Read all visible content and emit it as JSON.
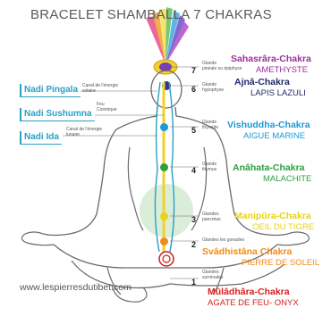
{
  "title": "BRACELET  SHAMBALLA 7 CHAKRAS",
  "website": "www.lespierresdutibet.com",
  "nadis": [
    {
      "name": "Nadi Pingala",
      "desc_lines": [
        "Canal de l'énergie",
        "solaire"
      ]
    },
    {
      "name": "Nadi Sushumna",
      "desc_lines": [
        "Feu",
        "Cosmique"
      ]
    },
    {
      "name": "Nadi Ida",
      "desc_lines": [
        "Canal de l'énergie",
        "lunaire"
      ]
    }
  ],
  "chakras": [
    {
      "number": "7",
      "name": "Sahasrâra-Chakra",
      "stone": "AMETHYSTE",
      "gland_lines": [
        "Glande",
        "pinéale ou épiphyse"
      ],
      "color": "#9b2f9b"
    },
    {
      "number": "6",
      "name": "Ajnâ-Chakra",
      "stone": "LAPIS LAZULI",
      "gland_lines": [
        "Glande",
        "hypophyse"
      ],
      "color": "#1f2a6b"
    },
    {
      "number": "5",
      "name": "Vishuddha-Chakra",
      "stone": "AIGUE MARINE",
      "gland_lines": [
        "Glande",
        "thyroïde"
      ],
      "color": "#1a9ad6"
    },
    {
      "number": "4",
      "name": "Anâhata-Chakra",
      "stone": "MALACHITE",
      "gland_lines": [
        "Glande",
        "thymus"
      ],
      "color": "#2e9e3e"
    },
    {
      "number": "3",
      "name": "Manipûra-Chakra",
      "stone": "OEIL DU TIGRE",
      "gland_lines": [
        "Glandes",
        "pancréas"
      ],
      "color": "#e8d21a"
    },
    {
      "number": "2",
      "name": "Svâdhistâna Chakra",
      "stone": "PIERRE DE SOLEIL",
      "gland_lines": [
        "Glandes les gonades"
      ],
      "color": "#f08a1c"
    },
    {
      "number": "1",
      "name": "Mûlâdhâra-Chakra",
      "stone": "AGATE DE FEU- ONYX",
      "gland_lines": [
        "Glandes",
        "surrénales"
      ],
      "color": "#d81e1e"
    }
  ],
  "colors": {
    "title": "#5a5a5a",
    "nadi": "#2aa0c8",
    "stone": "#2a6fb3",
    "body_outline": "#6a6a6a"
  }
}
